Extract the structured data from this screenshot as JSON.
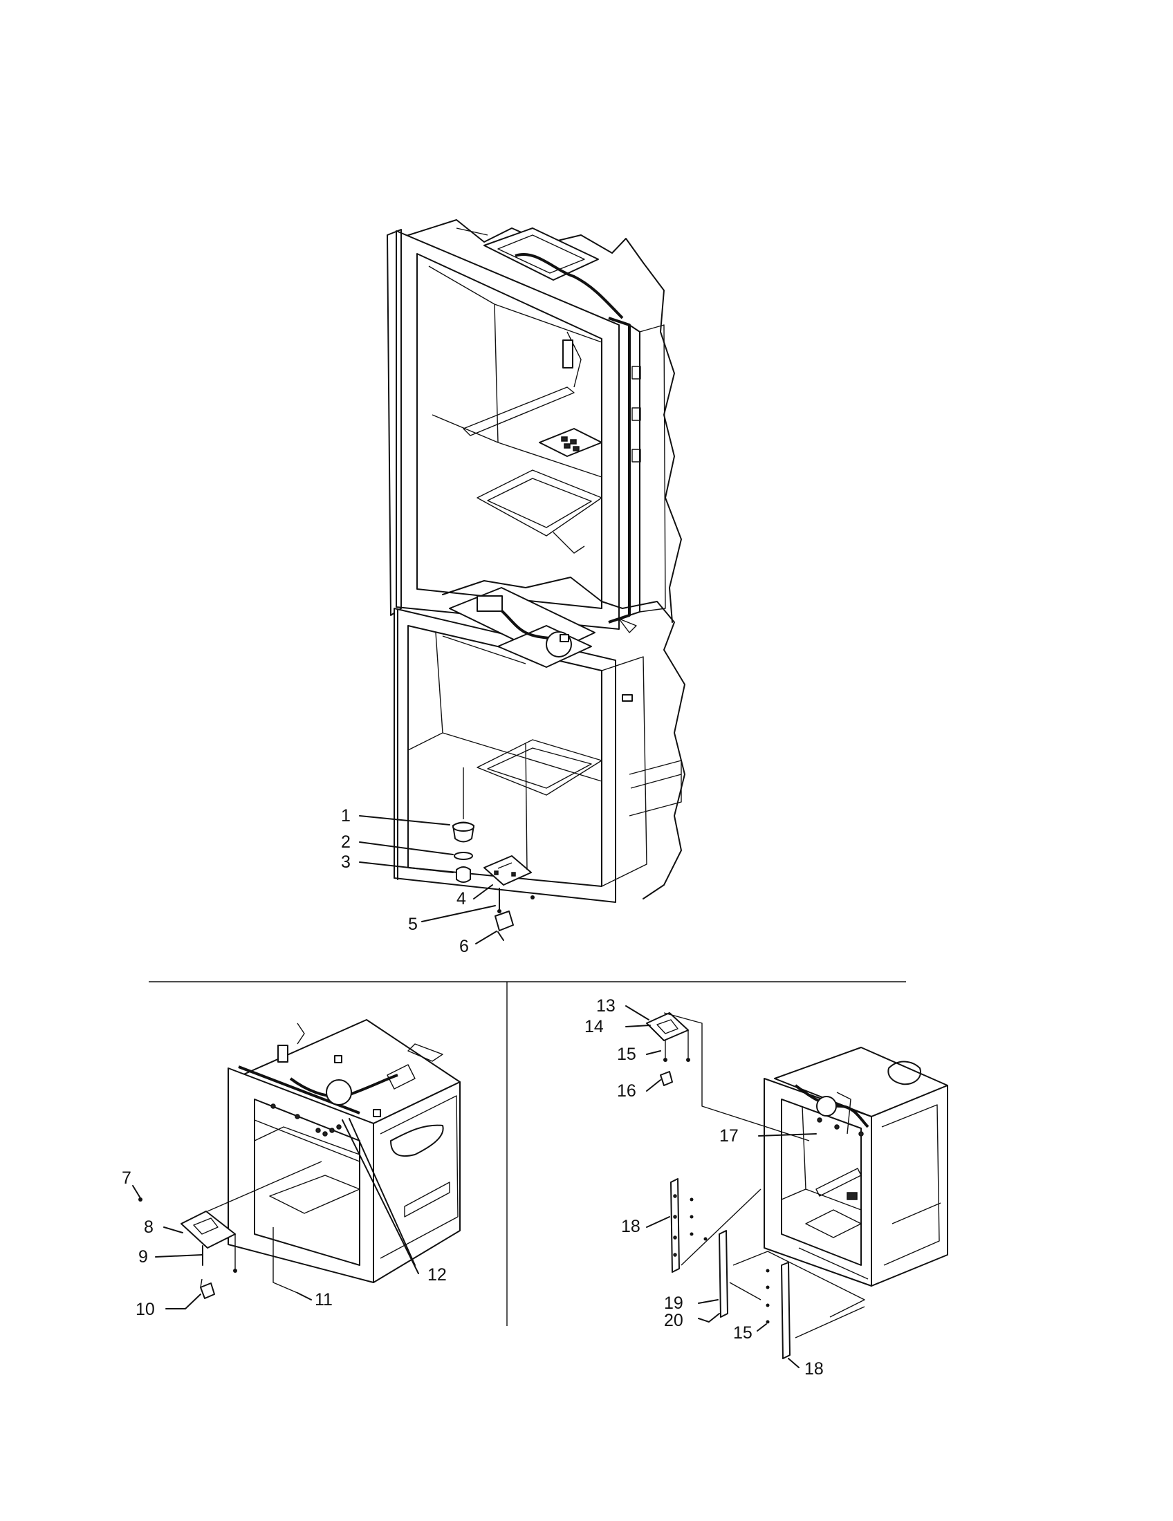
{
  "callouts": {
    "c1": "1",
    "c2": "2",
    "c3": "3",
    "c4": "4",
    "c5": "5",
    "c6": "6",
    "c7": "7",
    "c8": "8",
    "c9": "9",
    "c10": "10",
    "c11": "11",
    "c12": "12",
    "c13": "13",
    "c14": "14",
    "c15a": "15",
    "c15b": "15",
    "c16": "16",
    "c17": "17",
    "c18a": "18",
    "c18b": "18",
    "c19": "19",
    "c20": "20"
  }
}
